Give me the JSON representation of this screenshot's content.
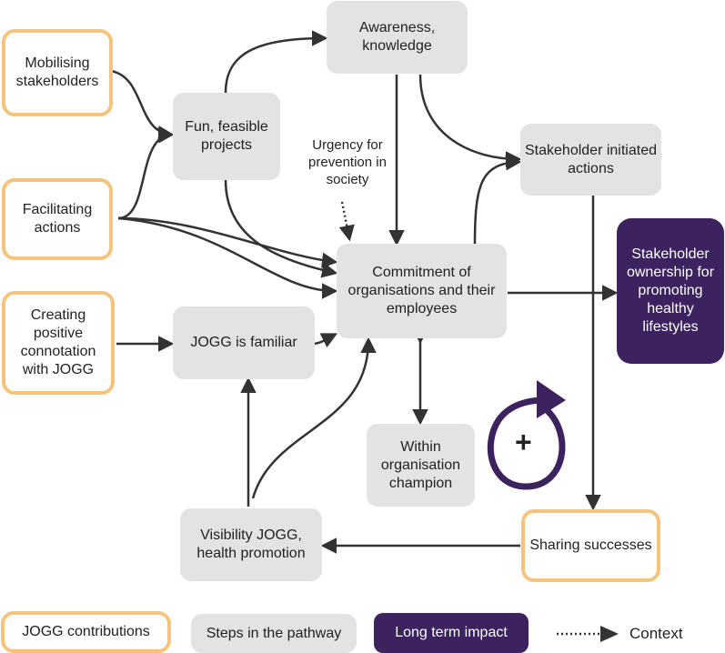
{
  "nodes": {
    "mobilising": "Mobilising stakeholders",
    "facilitating": "Facilitating actions",
    "creating": "Creating positive connotation with JOGG",
    "fun": "Fun, feasible projects",
    "awareness": "Awareness, knowledge",
    "urgency": "Urgency for prevention in society",
    "stakeholder_actions": "Stakeholder initiated actions",
    "commitment": "Commitment of organisations and their employees",
    "ownership": "Stakeholder ownership for promoting healthy lifestyles",
    "familiar": "JOGG is familiar",
    "champion": "Within organisation champion",
    "visibility": "Visibility JOGG, health promotion",
    "sharing": "Sharing successes"
  },
  "loop_symbol": "+",
  "legend": {
    "contributions": "JOGG contributions",
    "steps": "Steps in the pathway",
    "impact": "Long term impact",
    "context": "Context"
  },
  "colors": {
    "contribution_border": "#f7c37a",
    "step_fill": "#e3e3e3",
    "impact_fill": "#3d2260",
    "arrow": "#333333"
  }
}
